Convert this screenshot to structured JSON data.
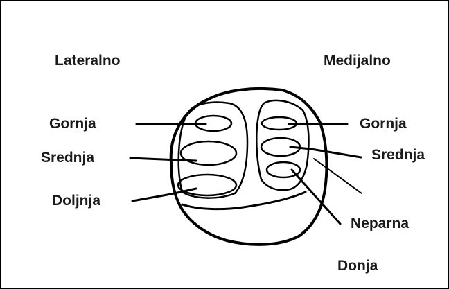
{
  "labels": {
    "lateral_heading": "Lateralno",
    "medial_heading": "Medijalno",
    "left_upper": "Gornja",
    "left_middle": "Srednja",
    "left_lower": "Doljnja",
    "right_upper": "Gornja",
    "right_middle": "Srednja",
    "right_unpaired": "Neparna",
    "right_lower": "Donja"
  },
  "colors": {
    "stroke": "#000000",
    "text": "#1a1a1a",
    "background": "#ffffff",
    "border": "#000000"
  }
}
